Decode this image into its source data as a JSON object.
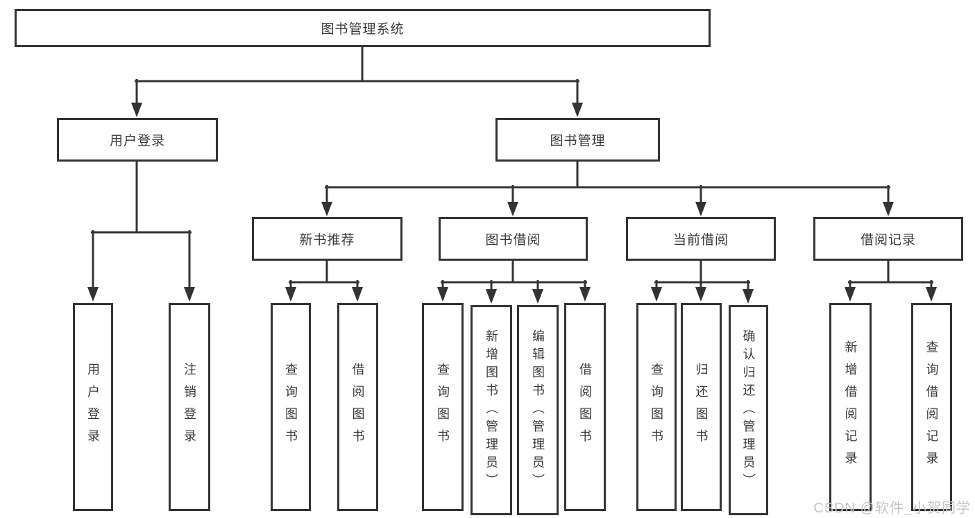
{
  "diagram": {
    "type": "tree",
    "root": {
      "label": "图书管理系统"
    },
    "branches": [
      {
        "label": "用户登录",
        "children": [
          {
            "label": "用户登录"
          },
          {
            "label": "注销登录"
          }
        ]
      },
      {
        "label": "图书管理",
        "groups": [
          {
            "label": "新书推荐",
            "children": [
              {
                "label": "查询图书"
              },
              {
                "label": "借阅图书"
              }
            ]
          },
          {
            "label": "图书借阅",
            "children": [
              {
                "label": "查询图书"
              },
              {
                "label": "新增图书（管理员）"
              },
              {
                "label": "编辑图书（管理员）"
              },
              {
                "label": "借阅图书"
              }
            ]
          },
          {
            "label": "当前借阅",
            "children": [
              {
                "label": "查询图书"
              },
              {
                "label": "归还图书"
              },
              {
                "label": "确认归还（管理员）"
              }
            ]
          },
          {
            "label": "借阅记录",
            "children": [
              {
                "label": "新增借阅记录"
              },
              {
                "label": "查询借阅记录"
              }
            ]
          }
        ]
      }
    ]
  },
  "watermark": "CSDN @软件_小贺同学",
  "colors": {
    "line": "#333333",
    "text": "#3a3a3a",
    "watermark": "#c5c5c5",
    "background": "#ffffff"
  }
}
